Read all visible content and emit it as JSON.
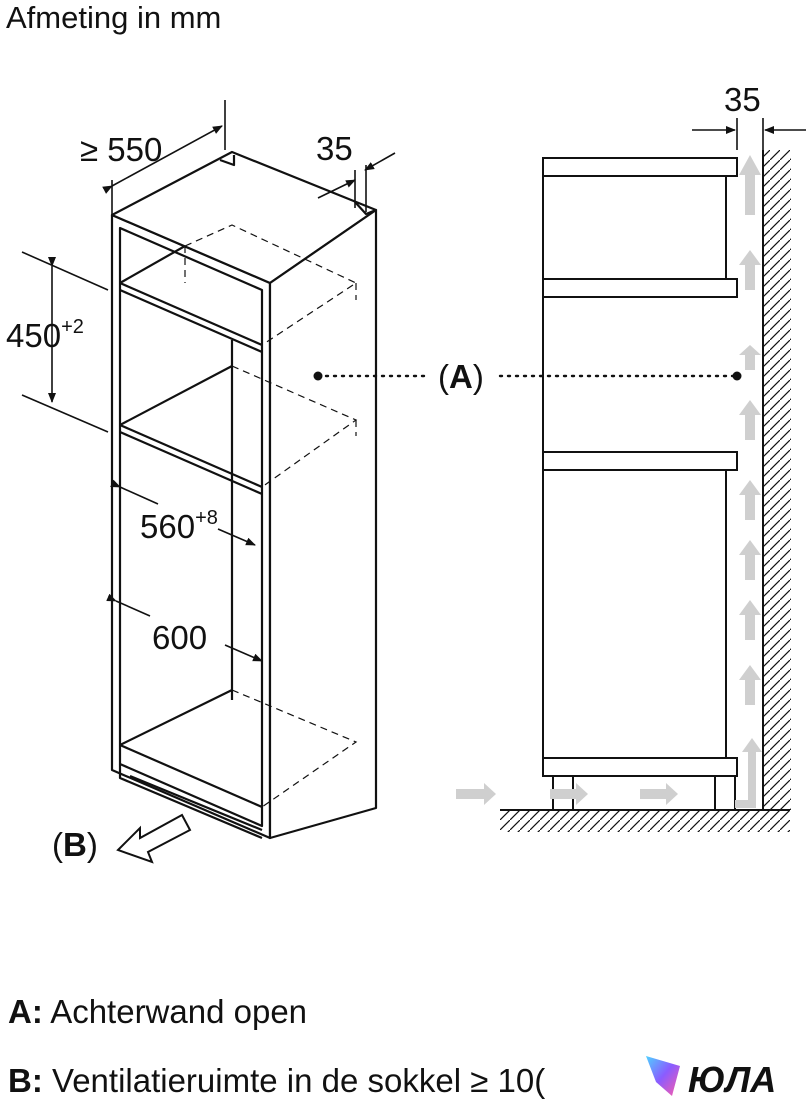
{
  "title": "Afmeting in mm",
  "dims": {
    "depth": "≥ 550",
    "gap_top": "35",
    "gap_side": "35",
    "niche_h": "450",
    "niche_h_tol": "+2",
    "inner_w": "560",
    "inner_w_tol": "+8",
    "outer_w": "600"
  },
  "callouts": {
    "a": "(A)",
    "a_letter": "A",
    "b": "(B)",
    "b_letter": "B"
  },
  "legend": [
    {
      "key": "A:",
      "text": "Achterwand open"
    },
    {
      "key": "B:",
      "text": "Ventilatieruimte in de sokkel ≥ 10("
    }
  ],
  "watermark": "ЮЛА",
  "colors": {
    "line": "#111111",
    "airflow": "#d0d0d0",
    "cabinet_edge": "#333333"
  }
}
